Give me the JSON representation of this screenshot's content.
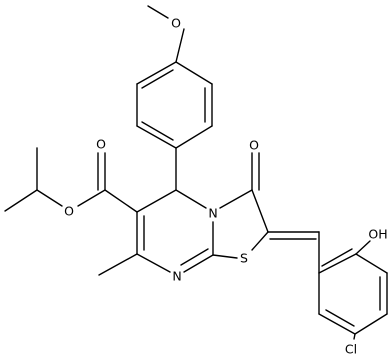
{
  "molecule": {
    "atom_labels": {
      "methoxy_o": "O",
      "ring_n": "N",
      "ring_s": "S",
      "ketone_o": "O",
      "ester_o_carbonyl": "O",
      "ester_o_alkoxy": "O",
      "pyrimidine_n": "N",
      "phenol_oh": "OH",
      "chlorine": "Cl"
    }
  }
}
